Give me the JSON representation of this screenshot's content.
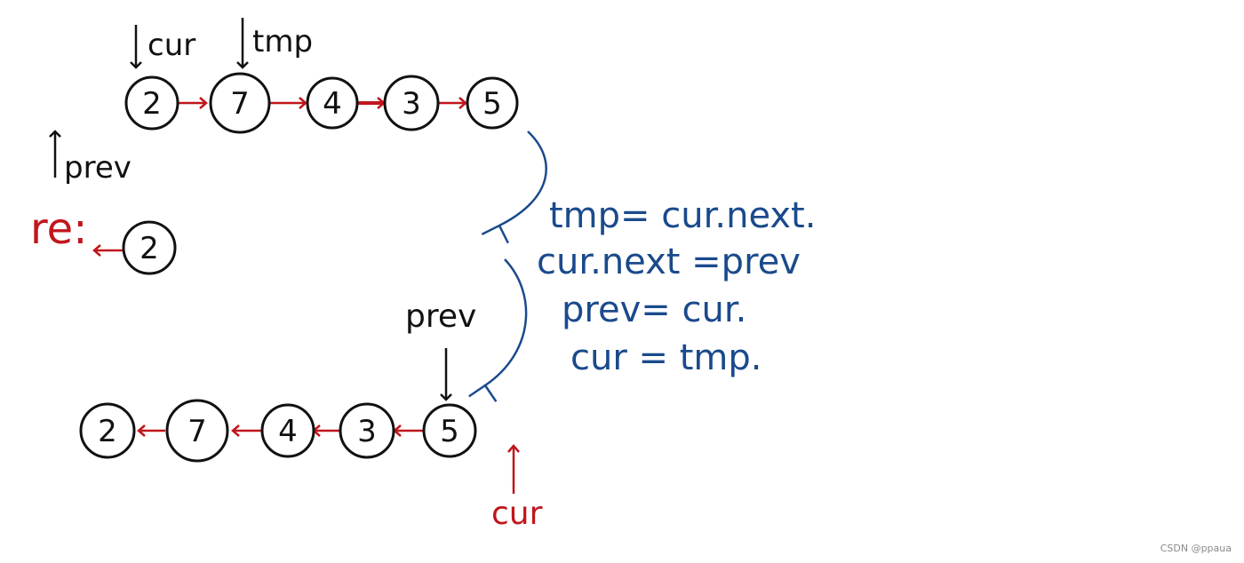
{
  "top_list": {
    "nodes": [
      "2",
      "7",
      "4",
      "3",
      "5"
    ],
    "cur_label": "cur",
    "tmp_label": "tmp"
  },
  "prev_label": "prev",
  "re_label": "re:",
  "re_node": "2",
  "code_lines": [
    "tmp= cur.next.",
    "cur.next =prev",
    "prev= cur.",
    "cur = tmp."
  ],
  "bottom_list": {
    "nodes": [
      "2",
      "7",
      "4",
      "3",
      "5"
    ],
    "prev_label": "prev",
    "cur_label": "cur"
  },
  "watermark": "CSDN @ppaua",
  "colors": {
    "ink": "#111111",
    "red": "#c0161c",
    "blue": "#1a4a8c"
  }
}
